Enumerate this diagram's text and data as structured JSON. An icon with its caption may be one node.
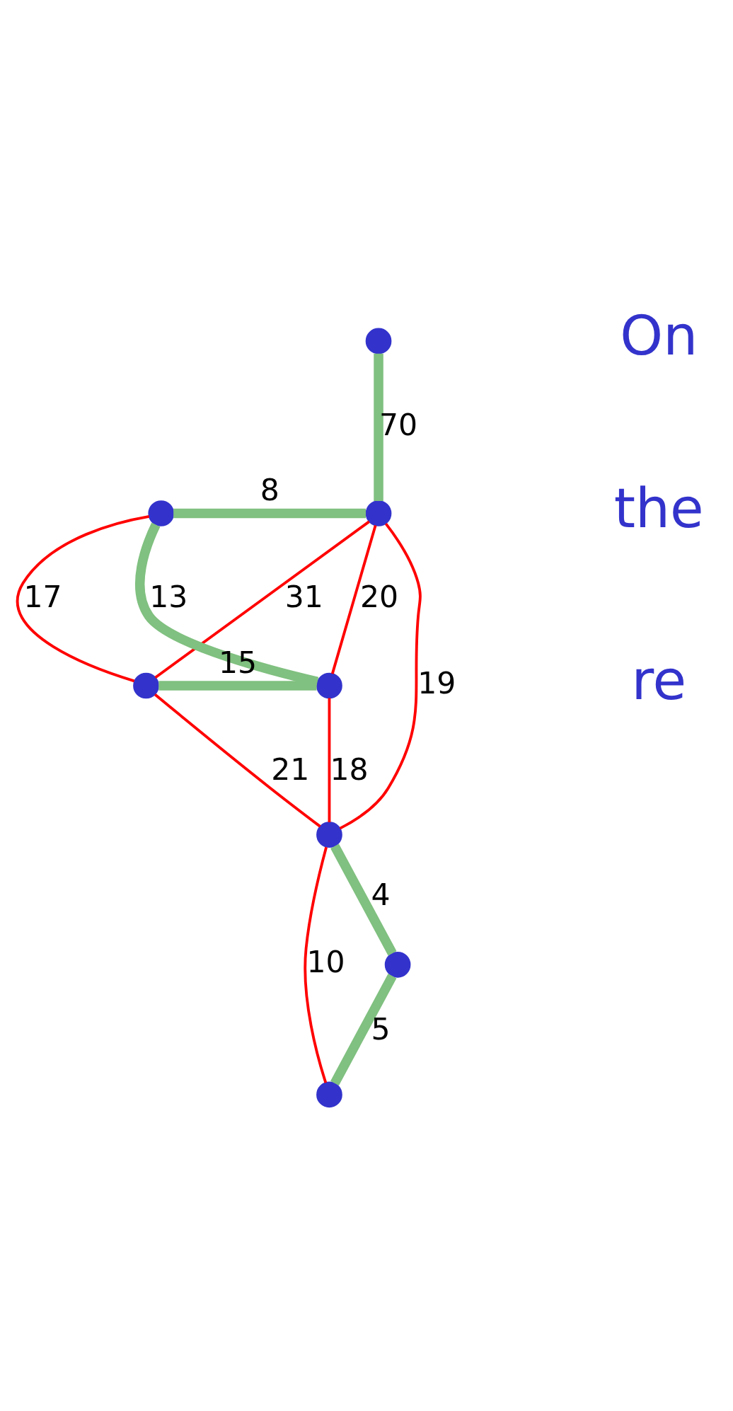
{
  "diagram": {
    "nodes": [
      {
        "text": [],
        "shape": "circle"
      },
      {
        "text": [],
        "shape": "circle"
      },
      {
        "text": [],
        "shape": "circle"
      },
      {
        "text": [],
        "shape": "circle"
      },
      {
        "text": [],
        "shape": "circle"
      },
      {
        "text": [],
        "shape": "circle"
      },
      {
        "text": [],
        "shape": "circle"
      },
      {
        "text": [],
        "shape": "circle"
      }
    ],
    "edges": [
      {
        "from": 0,
        "to": 1,
        "arrow": "none",
        "label": "70",
        "style": "thick",
        "color": "#80c080"
      },
      {
        "from": 2,
        "to": 1,
        "arrow": "none",
        "label": "8",
        "style": "thick",
        "color": "#80c080"
      },
      {
        "from": 2,
        "to": 3,
        "arrow": "none",
        "label": "13",
        "style": "thick",
        "color": "#80c080"
      },
      {
        "from": 2,
        "to": 4,
        "arrow": "none",
        "label": "17"
      },
      {
        "from": 1,
        "to": 4,
        "arrow": "none",
        "label": "31"
      },
      {
        "from": 1,
        "to": 3,
        "arrow": "none",
        "label": "20"
      },
      {
        "from": 1,
        "to": 5,
        "arrow": "none",
        "label": "19"
      },
      {
        "from": 4,
        "to": 3,
        "arrow": "none",
        "label": "15",
        "style": "thick",
        "color": "#80c080"
      },
      {
        "from": 4,
        "to": 5,
        "arrow": "none",
        "label": "21"
      },
      {
        "from": 3,
        "to": 5,
        "arrow": "none",
        "label": "18"
      },
      {
        "from": 5,
        "to": 6,
        "arrow": "none",
        "label": "4",
        "style": "thick",
        "color": "#80c080"
      },
      {
        "from": 6,
        "to": 7,
        "arrow": "none",
        "label": "5",
        "style": "thick",
        "color": "#80c080"
      },
      {
        "from": 5,
        "to": 7,
        "arrow": "none",
        "label": "10"
      }
    ],
    "labels": [
      "On",
      "the",
      "re"
    ]
  }
}
